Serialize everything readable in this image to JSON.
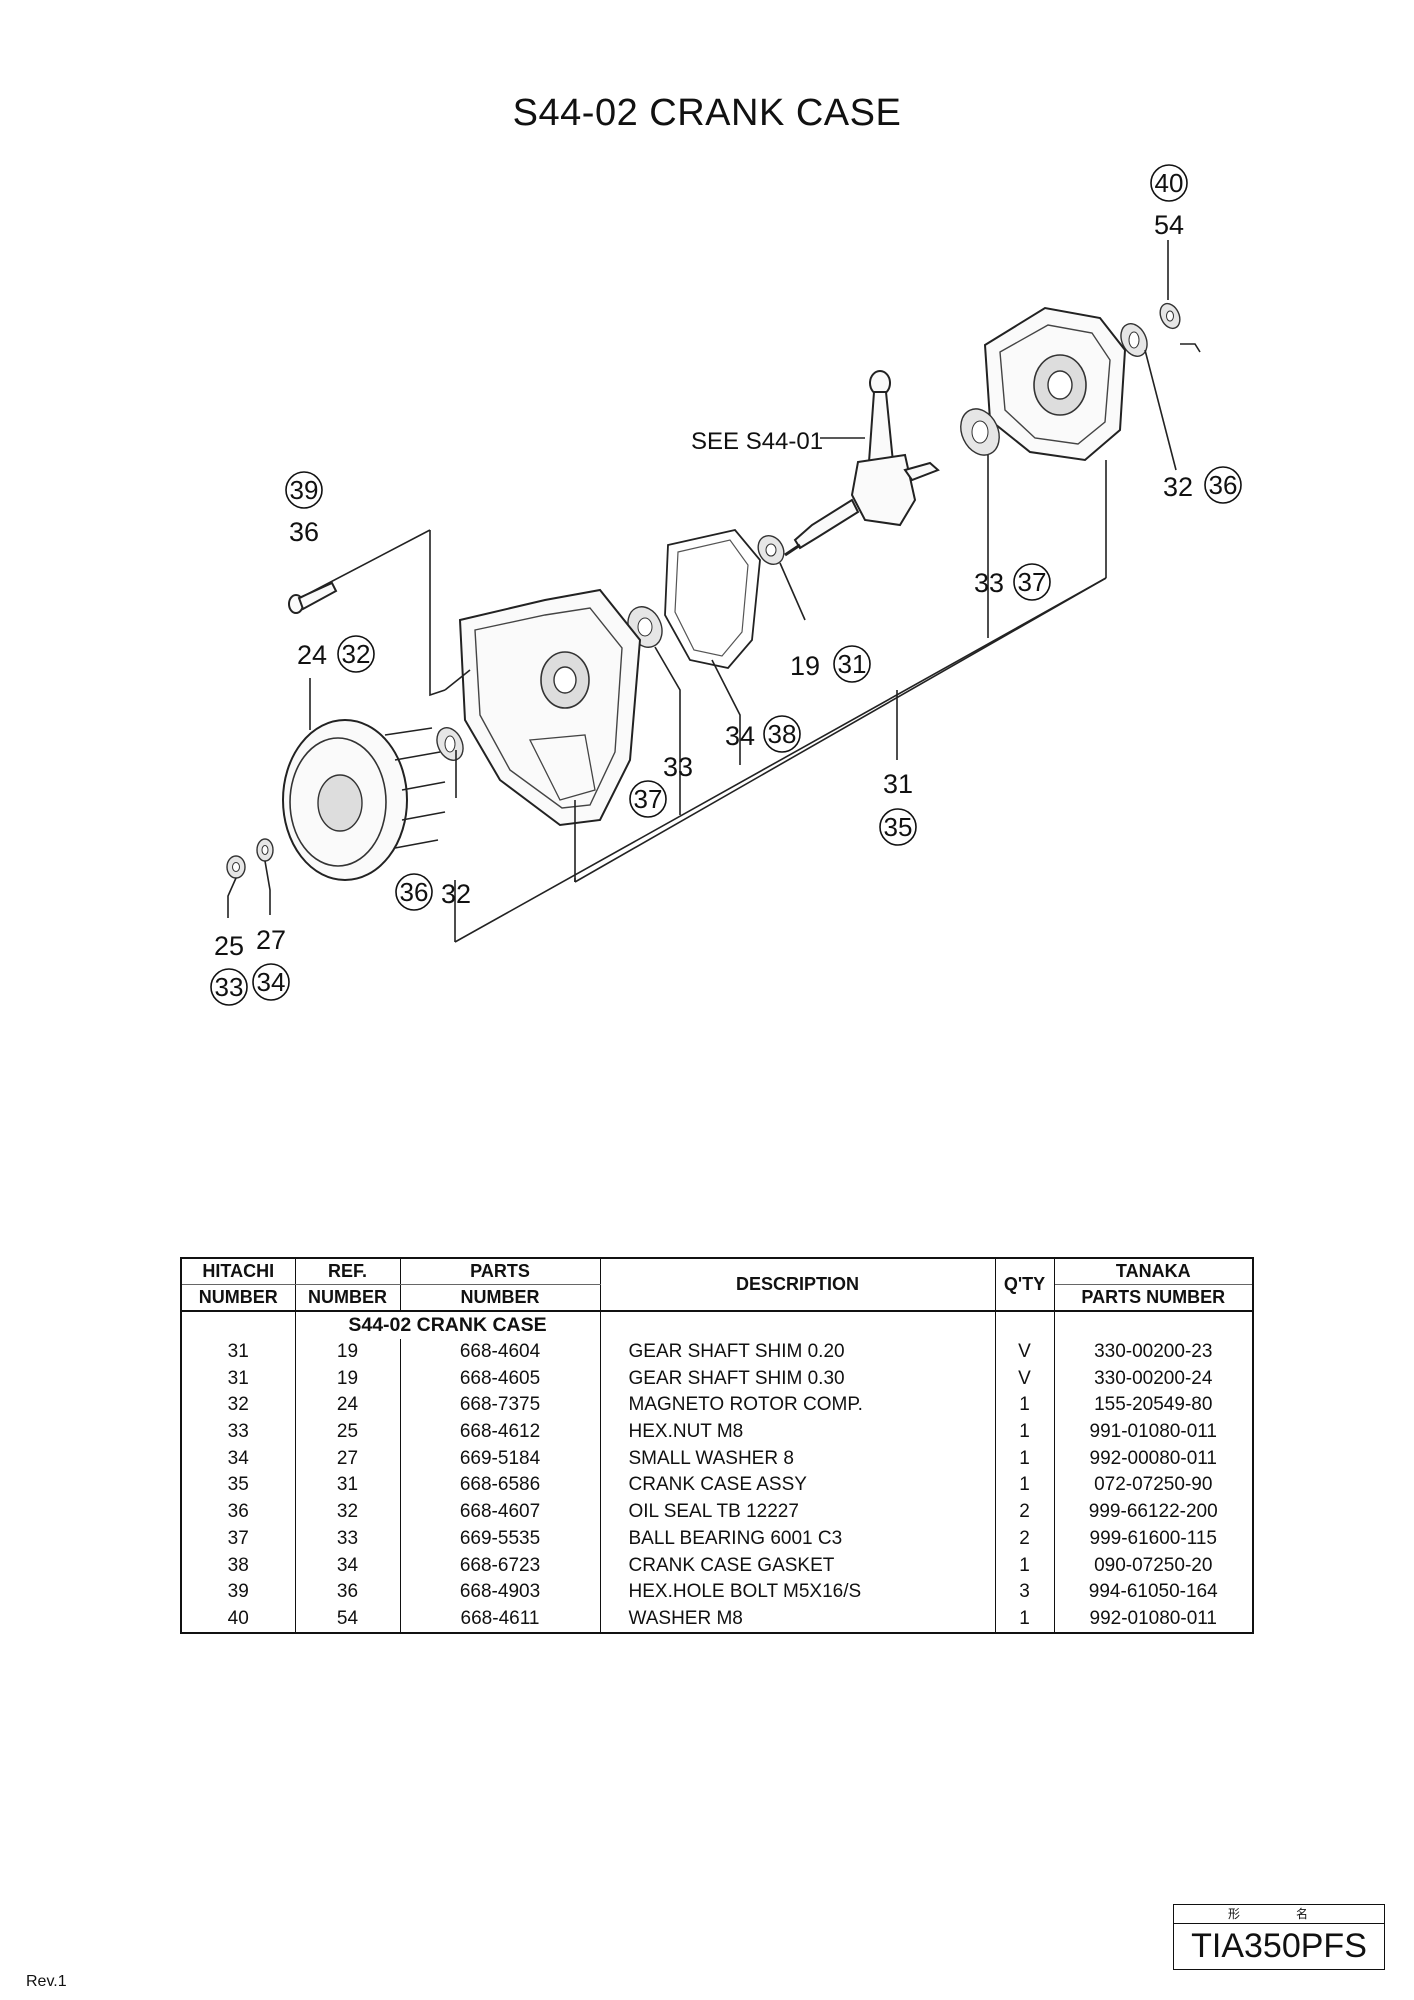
{
  "page": {
    "title": "S44-02 CRANK CASE",
    "revision": "Rev.1",
    "model_label": "形　名",
    "model": "TIA350PFS"
  },
  "diagram": {
    "see_ref": "SEE S44-01",
    "callouts": [
      {
        "ref": "54",
        "hitachi": "40"
      },
      {
        "ref": "32",
        "hitachi": "36"
      },
      {
        "ref": "33",
        "hitachi": "37"
      },
      {
        "ref": "19",
        "hitachi": "31"
      },
      {
        "ref": "34",
        "hitachi": "38"
      },
      {
        "ref": "31",
        "hitachi": "35"
      },
      {
        "ref": "33",
        "hitachi": "37"
      },
      {
        "ref": "36",
        "hitachi": "39"
      },
      {
        "ref": "24",
        "hitachi": "32"
      },
      {
        "ref": "32",
        "hitachi": "36"
      },
      {
        "ref": "25",
        "hitachi": "33"
      },
      {
        "ref": "27",
        "hitachi": "34"
      }
    ]
  },
  "table": {
    "headers": {
      "hitachi": [
        "HITACHI",
        "NUMBER"
      ],
      "ref": [
        "REF.",
        "NUMBER"
      ],
      "parts": [
        "PARTS",
        "NUMBER"
      ],
      "description": "DESCRIPTION",
      "qty": "Q'TY",
      "tanaka": [
        "TANAKA",
        "PARTS NUMBER"
      ]
    },
    "section": "S44-02 CRANK CASE",
    "rows": [
      {
        "hitachi": "31",
        "ref": "19",
        "part": "668-4604",
        "desc": "GEAR SHAFT SHIM 0.20",
        "qty": "V",
        "tanaka": "330-00200-23"
      },
      {
        "hitachi": "31",
        "ref": "19",
        "part": "668-4605",
        "desc": "GEAR SHAFT SHIM 0.30",
        "qty": "V",
        "tanaka": "330-00200-24"
      },
      {
        "hitachi": "32",
        "ref": "24",
        "part": "668-7375",
        "desc": "MAGNETO ROTOR COMP.",
        "qty": "1",
        "tanaka": "155-20549-80"
      },
      {
        "hitachi": "33",
        "ref": "25",
        "part": "668-4612",
        "desc": "HEX.NUT M8",
        "qty": "1",
        "tanaka": "991-01080-011"
      },
      {
        "hitachi": "34",
        "ref": "27",
        "part": "669-5184",
        "desc": "SMALL WASHER 8",
        "qty": "1",
        "tanaka": "992-00080-011"
      },
      {
        "hitachi": "35",
        "ref": "31",
        "part": "668-6586",
        "desc": "CRANK CASE ASSY",
        "qty": "1",
        "tanaka": "072-07250-90"
      },
      {
        "hitachi": "36",
        "ref": "32",
        "part": "668-4607",
        "desc": "OIL SEAL TB 12227",
        "qty": "2",
        "tanaka": "999-66122-200"
      },
      {
        "hitachi": "37",
        "ref": "33",
        "part": "669-5535",
        "desc": "BALL BEARING 6001 C3",
        "qty": "2",
        "tanaka": "999-61600-115"
      },
      {
        "hitachi": "38",
        "ref": "34",
        "part": "668-6723",
        "desc": "CRANK CASE GASKET",
        "qty": "1",
        "tanaka": "090-07250-20"
      },
      {
        "hitachi": "39",
        "ref": "36",
        "part": "668-4903",
        "desc": "HEX.HOLE BOLT M5X16/S",
        "qty": "3",
        "tanaka": "994-61050-164"
      },
      {
        "hitachi": "40",
        "ref": "54",
        "part": "668-4611",
        "desc": "WASHER M8",
        "qty": "1",
        "tanaka": "992-01080-011"
      }
    ]
  }
}
